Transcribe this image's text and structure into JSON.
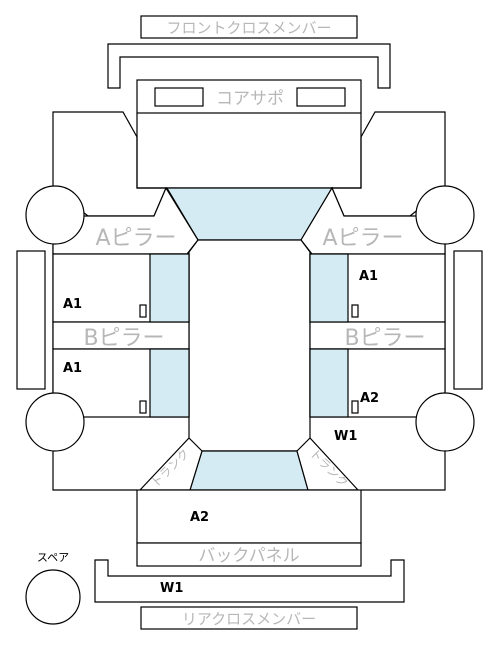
{
  "labels": {
    "front_cross_member": "フロントクロスメンバー",
    "core_support": "コアサポ",
    "a_pillar_left": "Aピラー",
    "a_pillar_right": "Aピラー",
    "b_pillar_left": "Bピラー",
    "b_pillar_right": "Bピラー",
    "back_panel": "バックパネル",
    "rear_cross_member": "リアクロスメンバー",
    "spare": "スペア",
    "trunk_left": "トランク",
    "trunk_right": "トランク"
  },
  "codes": {
    "front_left_door": "A1",
    "rear_left_door": "A1",
    "front_right_door": "A1",
    "rear_right_door": "A2",
    "rear_right_quarter": "W1",
    "trunk": "A2",
    "rear_member": "W1"
  }
}
